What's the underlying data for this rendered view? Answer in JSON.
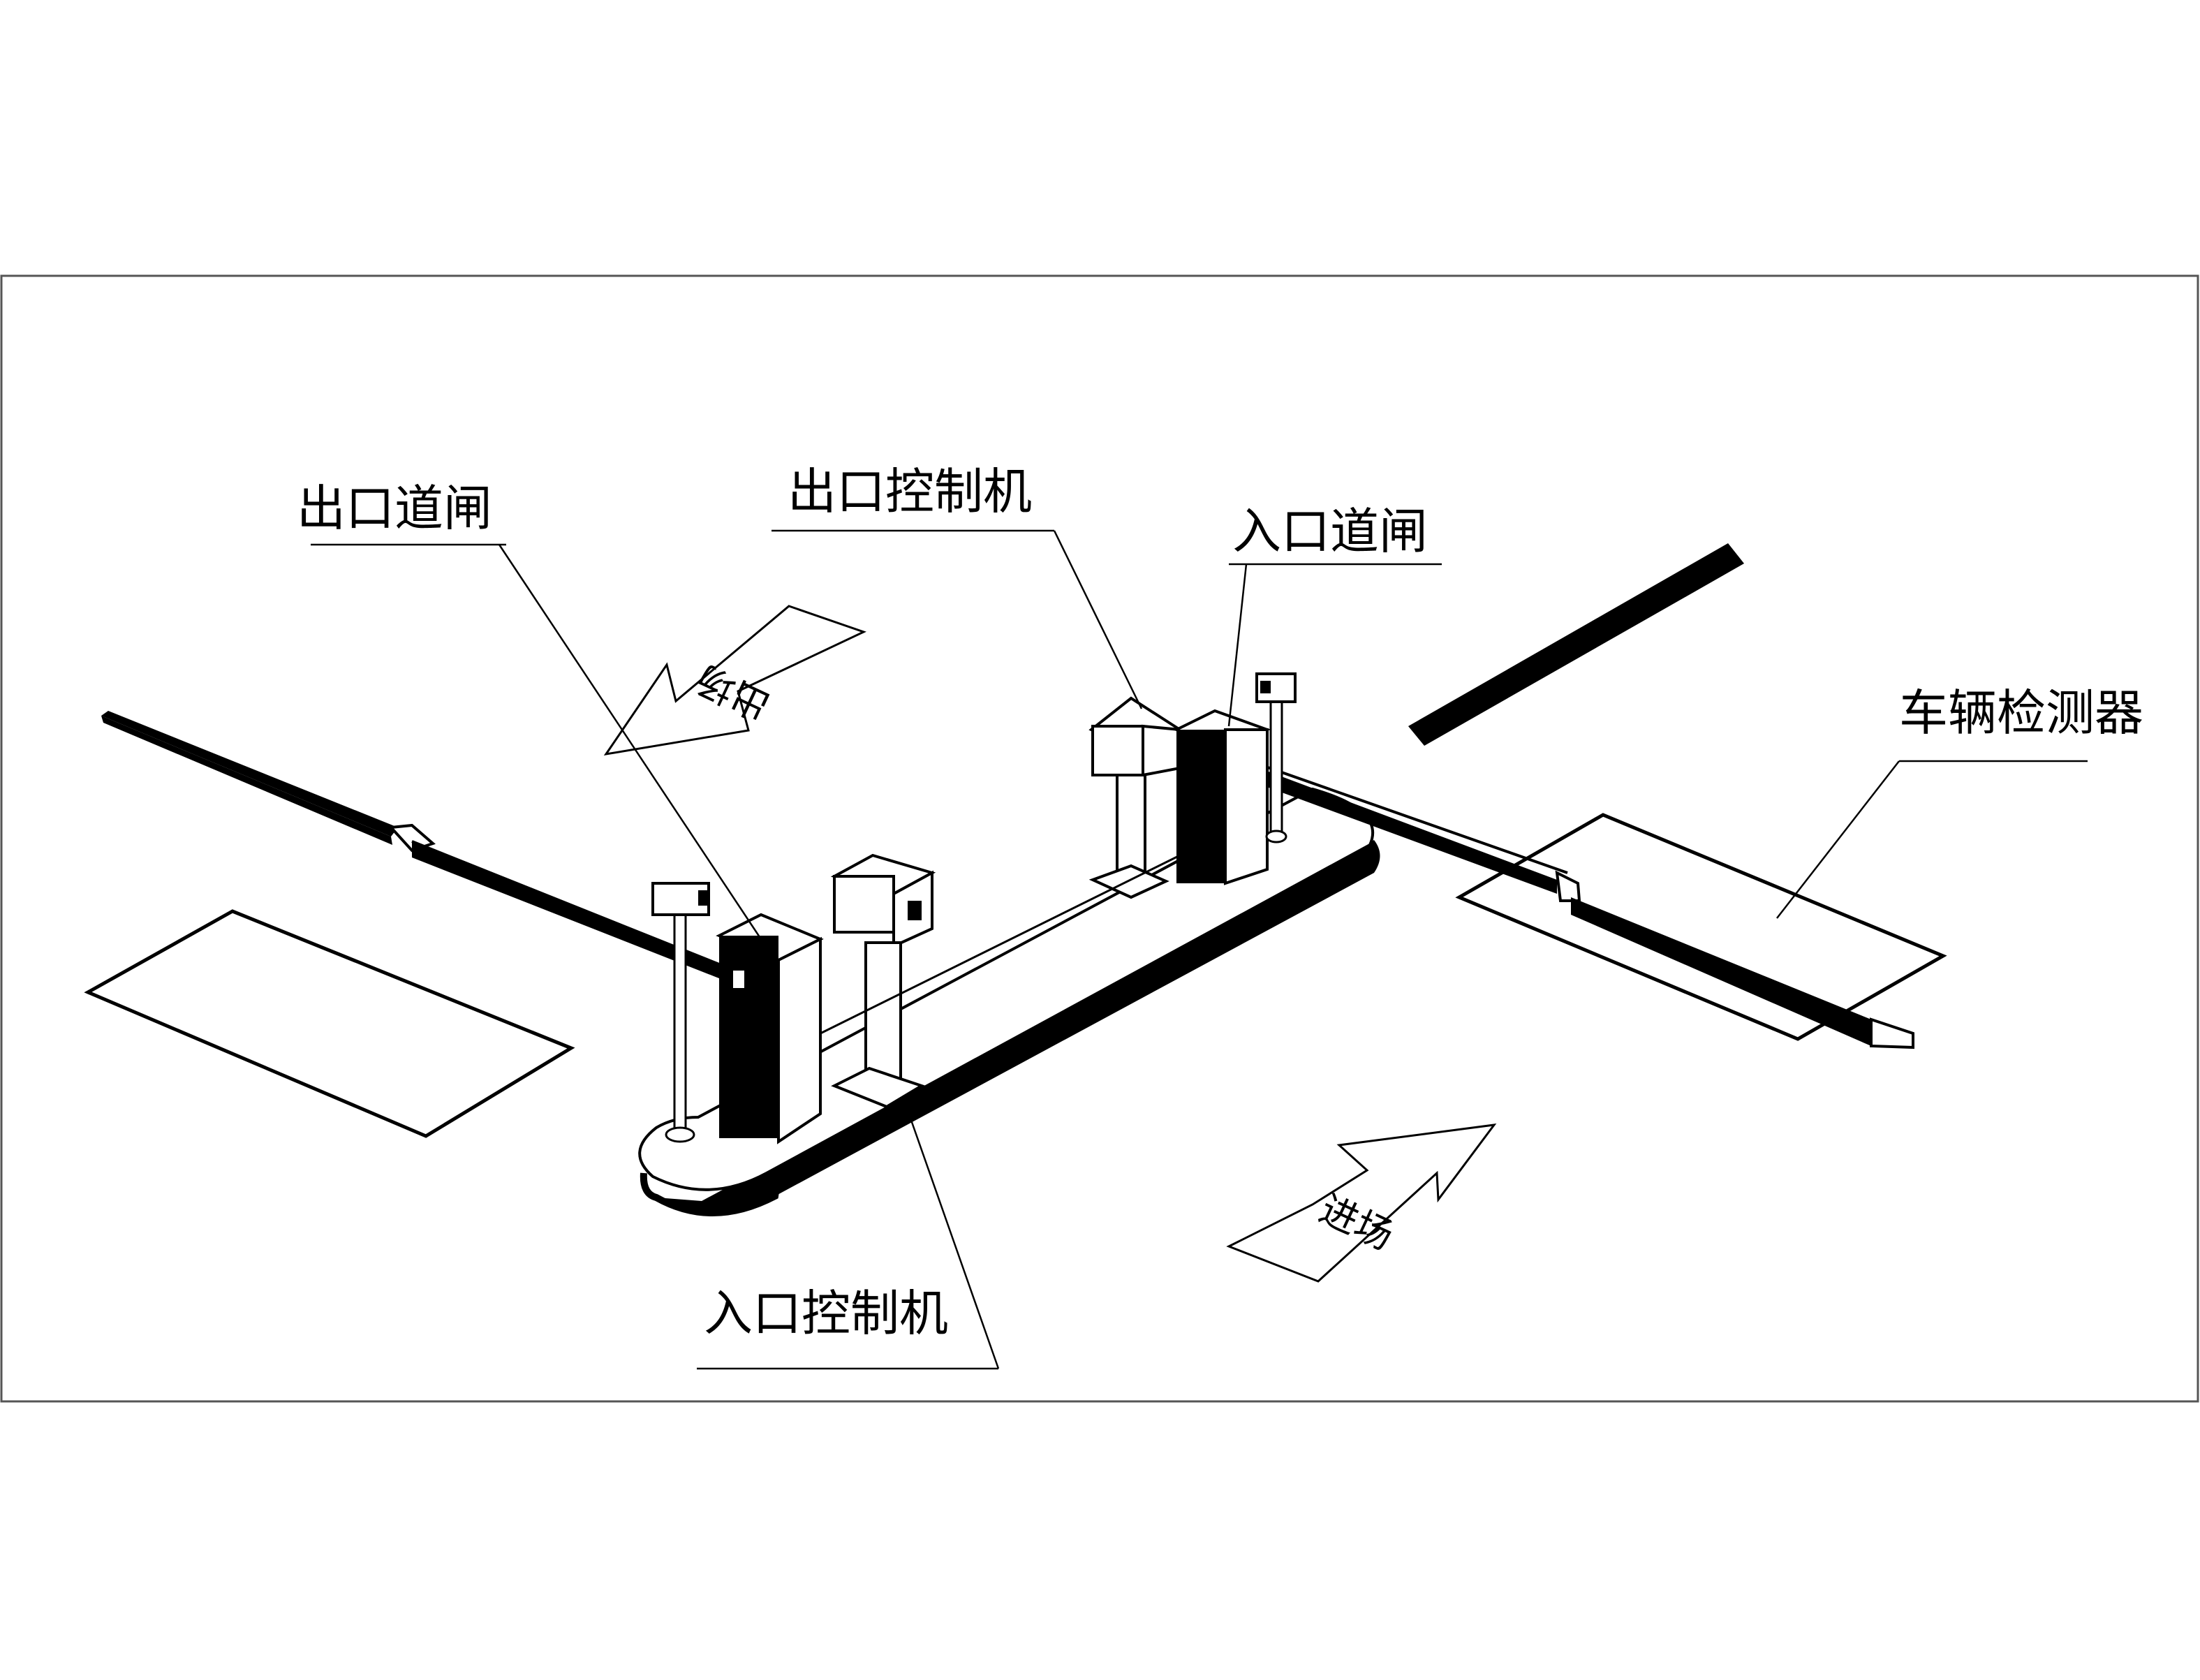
{
  "labels": {
    "exit_gate": "出口道闸",
    "exit_controller": "出口控制机",
    "entrance_gate": "入口道闸",
    "vehicle_detector": "车辆检测器",
    "entrance_controller": "入口控制机"
  },
  "arrows": {
    "exit": "出场",
    "entry": "进场"
  },
  "colors": {
    "line": "#000000",
    "frame": "#555555",
    "background": "#ffffff",
    "fill": "#ffffff"
  }
}
